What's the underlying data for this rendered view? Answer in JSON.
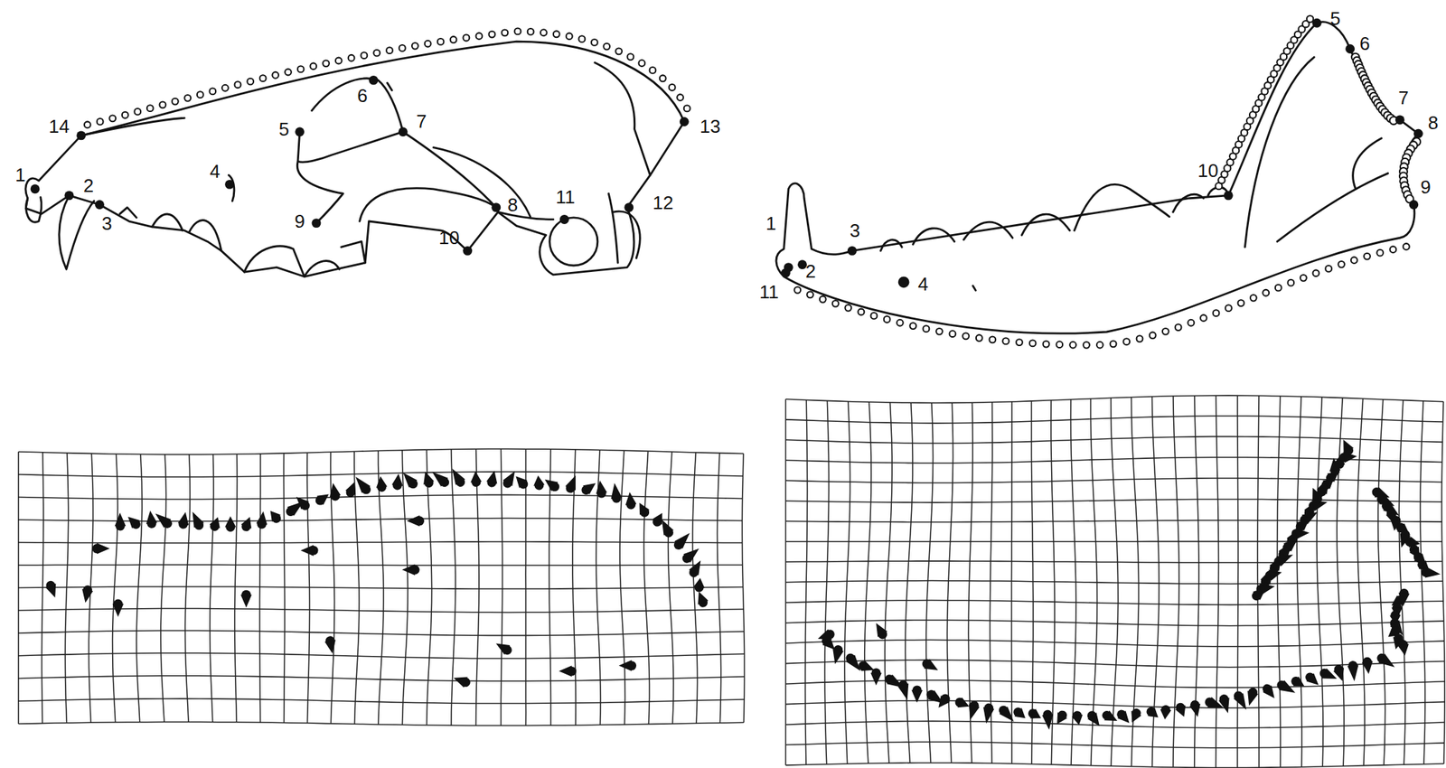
{
  "diagram": {
    "labels": [
      "1",
      "2",
      "3",
      "4",
      "5",
      "6",
      "7",
      "8",
      "9",
      "10",
      "11",
      "12",
      "13",
      "14",
      "1",
      "2",
      "3",
      "4",
      "5",
      "6",
      "7",
      "8",
      "9",
      "10",
      "11"
    ]
  }
}
